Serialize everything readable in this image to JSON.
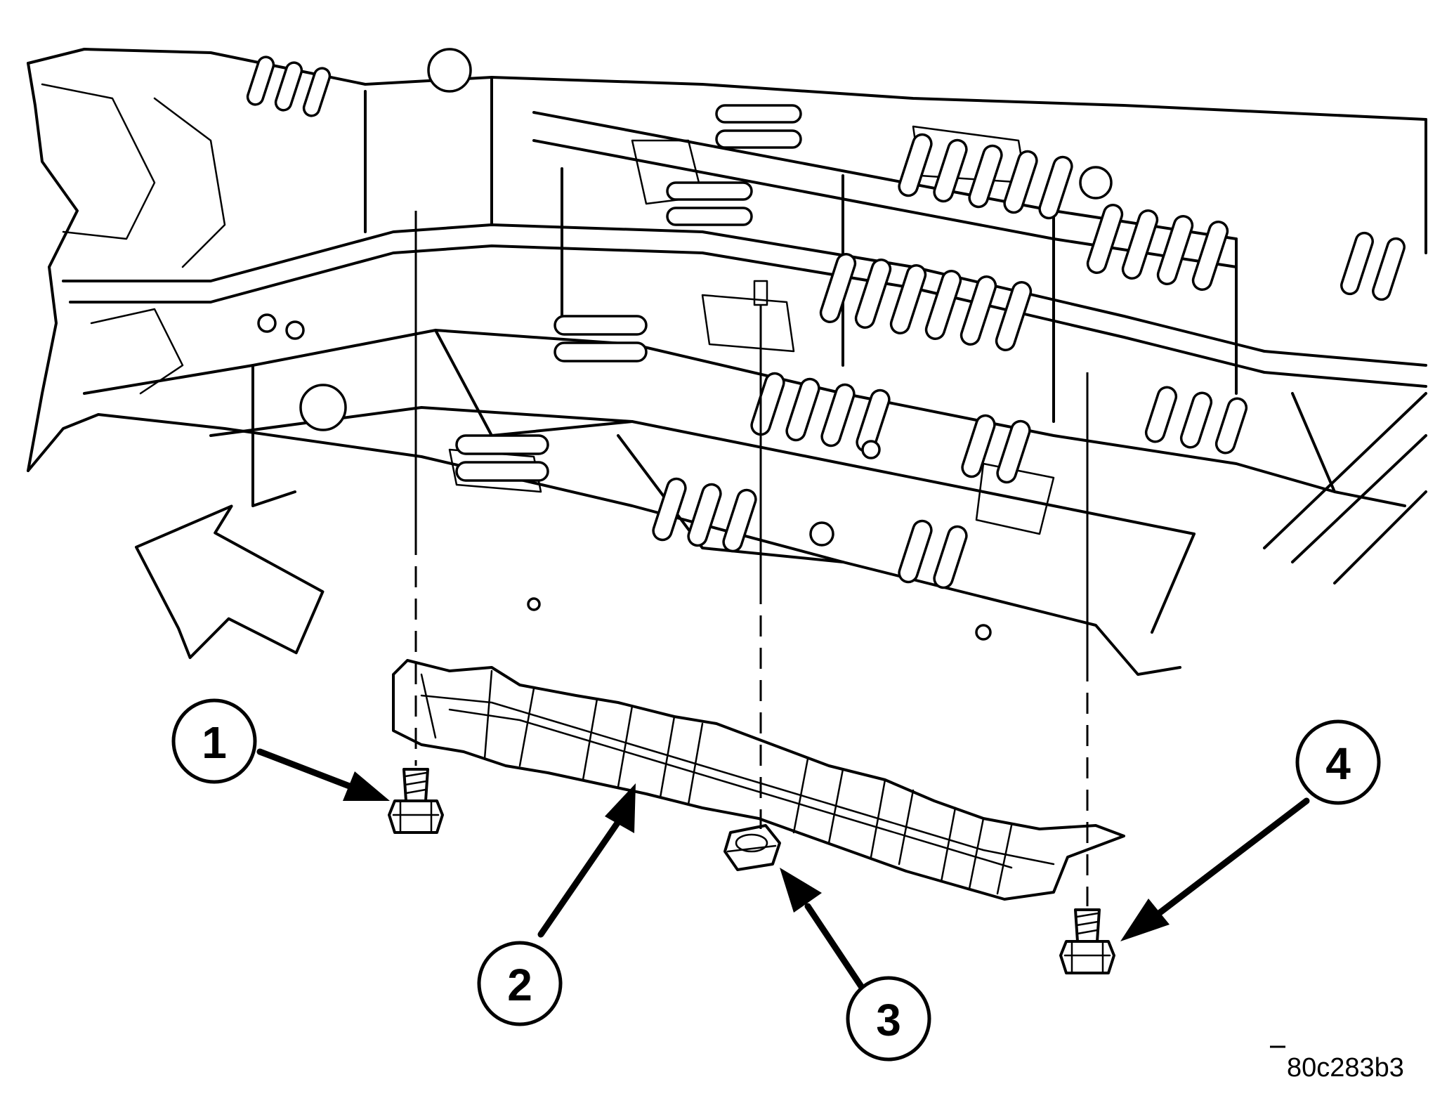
{
  "figure_code": "80c283b3",
  "callouts": [
    {
      "id": "1",
      "label": "1"
    },
    {
      "id": "2",
      "label": "2"
    },
    {
      "id": "3",
      "label": "3"
    },
    {
      "id": "4",
      "label": "4"
    }
  ],
  "colors": {
    "line": "#000000",
    "background": "#ffffff"
  }
}
